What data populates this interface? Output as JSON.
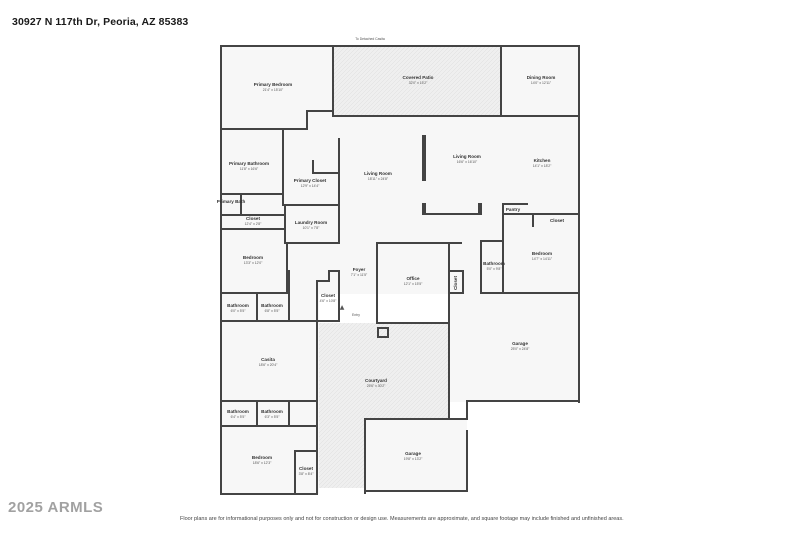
{
  "address": "30927 N 117th Dr, Peoria, AZ 85383",
  "disclaimer": "Floor plans are for informational purposes only and not for construction or design use. Measurements are approximate, and square footage may include finished and unfinished areas.",
  "watermark": "2025 ARMLS",
  "colors": {
    "wall": "#444444",
    "floor": "#f7f7f7",
    "paved": "#eeeeee"
  },
  "external_label": "To Detached Casita",
  "entry_label": "Entry",
  "rooms": [
    {
      "name": "Primary Bedroom",
      "dim": "21'4\" x 15'10\""
    },
    {
      "name": "Covered Patio",
      "dim": "32'0\" x 15'2\""
    },
    {
      "name": "Dining Room",
      "dim": "14'0\" x 12'11\""
    },
    {
      "name": "Primary Bathroom",
      "dim": "11'8\" x 16'6\""
    },
    {
      "name": "Primary Closet",
      "dim": "12'9\" x 14'4\""
    },
    {
      "name": "Living Room",
      "dim": "18'11\" x 24'8\""
    },
    {
      "name": "Living Room",
      "dim": "16'6\" x 16'10\""
    },
    {
      "name": "Kitchen",
      "dim": "14'1\" x 18'2\""
    },
    {
      "name": "Primary Bath",
      "dim": ""
    },
    {
      "name": "Closet",
      "dim": "12'4\" x 2'8\""
    },
    {
      "name": "Laundry Room",
      "dim": "10'1\" x 7'8\""
    },
    {
      "name": "Pantry",
      "dim": ""
    },
    {
      "name": "Closet",
      "dim": ""
    },
    {
      "name": "Bedroom",
      "dim": "13'3\" x 12'0\""
    },
    {
      "name": "Foyer",
      "dim": "7'1\" x 11'5\""
    },
    {
      "name": "Office",
      "dim": "12'1\" x 15'5\""
    },
    {
      "name": "Bathroom",
      "dim": "5'0\" x 9'8\""
    },
    {
      "name": "Bedroom",
      "dim": "14'7\" x 14'11\""
    },
    {
      "name": "Closet",
      "dim": ""
    },
    {
      "name": "Closet",
      "dim": "4'6\" x 10'8\""
    },
    {
      "name": "Bathroom",
      "dim": "6'0\" x 5'5\""
    },
    {
      "name": "Bathroom",
      "dim": "6'8\" x 5'5\""
    },
    {
      "name": "Garage",
      "dim": "25'0\" x 24'8\""
    },
    {
      "name": "Casita",
      "dim": "18'6\" x 20'4\""
    },
    {
      "name": "Courtyard",
      "dim": "25'6\" x 30'2\""
    },
    {
      "name": "Bathroom",
      "dim": "6'4\" x 5'5\""
    },
    {
      "name": "Bathroom",
      "dim": "6'3\" x 5'5\""
    },
    {
      "name": "Bedroom",
      "dim": "18'6\" x 12'3\""
    },
    {
      "name": "Closet",
      "dim": "3'8\" x 8'4\""
    },
    {
      "name": "Garage",
      "dim": "19'8\" x 13'2\""
    }
  ]
}
